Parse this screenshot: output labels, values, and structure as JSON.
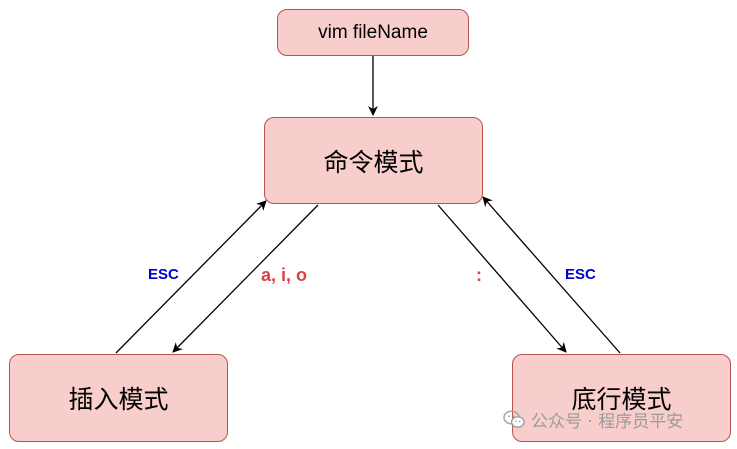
{
  "nodes": {
    "start": "vim fileName",
    "command_mode": "命令模式",
    "insert_mode": "插入模式",
    "last_line_mode": "底行模式"
  },
  "edge_labels": {
    "insert_to_command": "ESC",
    "command_to_insert": "a, i, o",
    "command_to_last_line": ":",
    "last_line_to_command": "ESC"
  },
  "watermark": "公众号 · 程序员平安",
  "colors": {
    "node_fill": "#f8cecc",
    "node_stroke": "#b85450",
    "esc_label": "#0000cc",
    "key_label": "#e0404a",
    "edge": "#000000"
  }
}
